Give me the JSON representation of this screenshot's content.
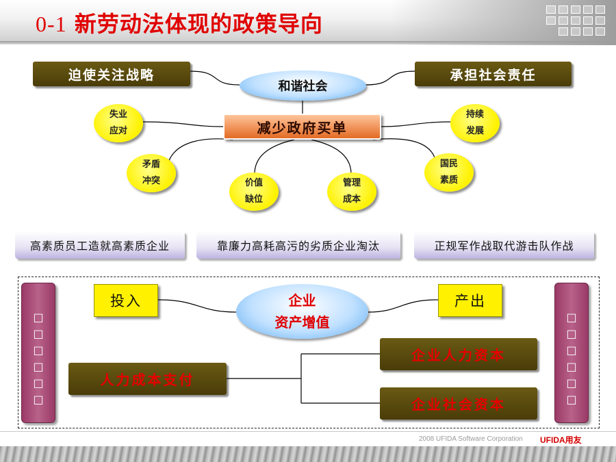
{
  "slide": {
    "title_num": "0-1",
    "title_text": "新劳动法体现的政策导向"
  },
  "top_diagram": {
    "left_goal": "迫使关注战略",
    "right_goal": "承担社会责任",
    "center_ellipse": "和谐社会",
    "hub": "减少政府买单",
    "circles": [
      {
        "id": "unemployment",
        "line1": "失业",
        "line2": "应对"
      },
      {
        "id": "conflict",
        "line1": "矛盾",
        "line2": "冲突"
      },
      {
        "id": "value-gap",
        "line1": "价值",
        "line2": "缺位"
      },
      {
        "id": "management-cost",
        "line1": "管理",
        "line2": "成本"
      },
      {
        "id": "sustainability",
        "line1": "持续",
        "line2": "发展"
      },
      {
        "id": "citizen-quality",
        "line1": "国民",
        "line2": "素质"
      }
    ]
  },
  "strategy_boxes": [
    "高素质员工造就高素质企业",
    "靠廉力高耗高污的劣质企业淘汰",
    "正规军作战取代游击队作战"
  ],
  "bottom_diagram": {
    "input": "投入",
    "output": "产出",
    "center_line1": "企业",
    "center_line2": "资产增值",
    "cost": "人力成本支付",
    "capital_human": "企业人力资本",
    "capital_social": "企业社会资本",
    "left_panel_chars": [
      "□",
      "□",
      "□",
      "□",
      "□",
      "□"
    ],
    "right_panel_chars": [
      "□",
      "□",
      "□",
      "□",
      "□",
      "□"
    ]
  },
  "footer": {
    "copyright": "2008 UFIDA Software Corporation",
    "brand": "UFIDA用友"
  }
}
